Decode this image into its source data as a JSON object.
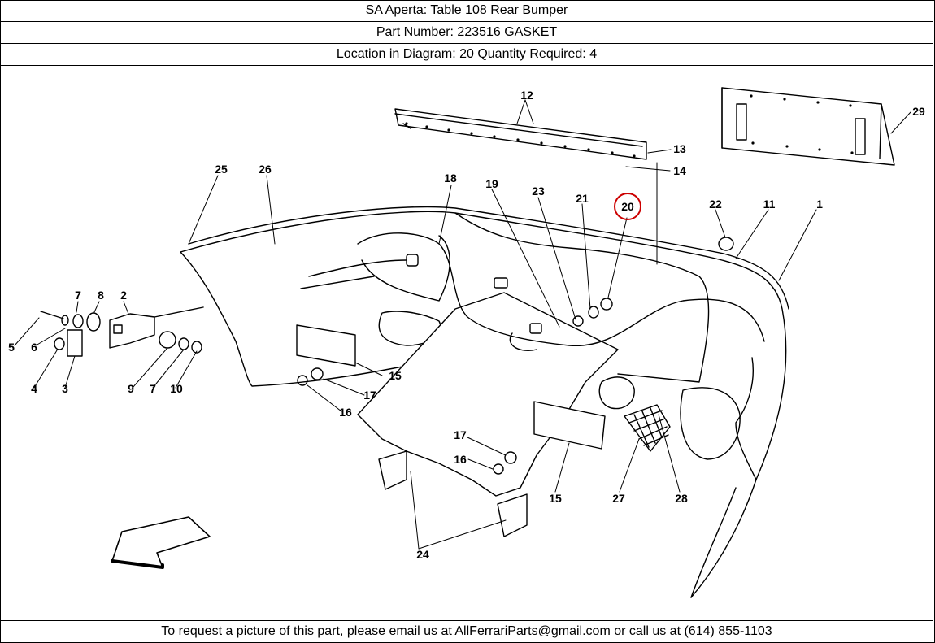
{
  "header": {
    "title_line": "SA Aperta:   Table 108 Rear Bumper",
    "part_line": "Part Number: 223516   GASKET",
    "location_line": "Location in Diagram: 20   Quantity Required: 4"
  },
  "footer": {
    "request_text": "To request a picture of this part, please email us at AllFerrariParts@gmail.com or call us at (614) 855-1103"
  },
  "diagram": {
    "highlight_color": "#cc0000",
    "highlighted_callout": "20",
    "callouts": {
      "c1": "1",
      "c2": "2",
      "c3": "3",
      "c4": "4",
      "c5": "5",
      "c6": "6",
      "c7a": "7",
      "c7b": "7",
      "c8": "8",
      "c9": "9",
      "c10": "10",
      "c11": "11",
      "c12": "12",
      "c13": "13",
      "c14": "14",
      "c15a": "15",
      "c15b": "15",
      "c16a": "16",
      "c16b": "16",
      "c17a": "17",
      "c17b": "17",
      "c18": "18",
      "c19": "19",
      "c20": "20",
      "c21": "21",
      "c22": "22",
      "c23": "23",
      "c24": "24",
      "c25": "25",
      "c26": "26",
      "c27": "27",
      "c28": "28",
      "c29": "29"
    }
  }
}
